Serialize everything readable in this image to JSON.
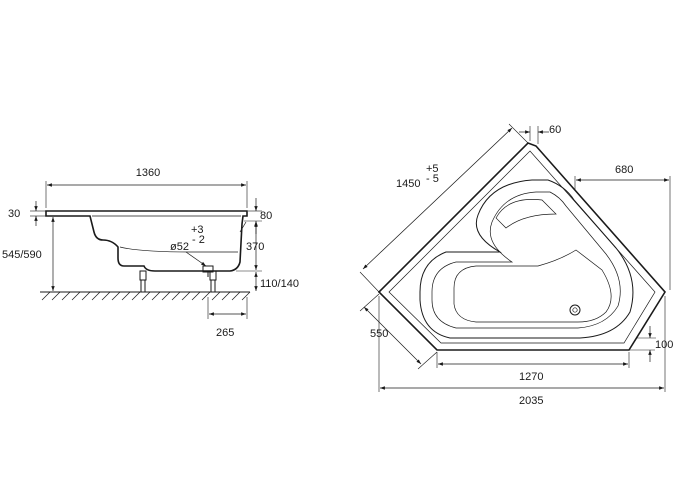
{
  "side_view": {
    "length": "1360",
    "rim_top": "30",
    "rim_height": "80",
    "total_height": "545/590",
    "inner_depth": "370",
    "leg_height": "110/140",
    "drain_dia": "ø52",
    "tol_plus": "+3",
    "tol_minus": "- 2",
    "drain_offset": "265"
  },
  "top_view": {
    "diagonal": "1450",
    "diag_tol_plus": "+5",
    "diag_tol_minus": "- 5",
    "corner_cut": "60",
    "side_680": "680",
    "side_550": "550",
    "front_100": "100",
    "inner_1270": "1270",
    "total_2035": "2035"
  }
}
